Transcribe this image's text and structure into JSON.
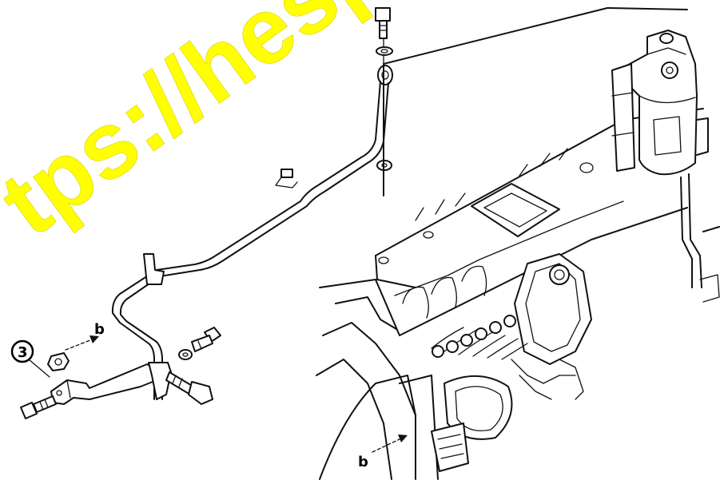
{
  "callouts": {
    "part_number": "3",
    "ref_left": "b",
    "ref_bottom": "b"
  },
  "watermark": {
    "text": "tps://hesp",
    "color": "#ffff00"
  },
  "colors": {
    "line": "#111111",
    "background": "#ffffff"
  }
}
